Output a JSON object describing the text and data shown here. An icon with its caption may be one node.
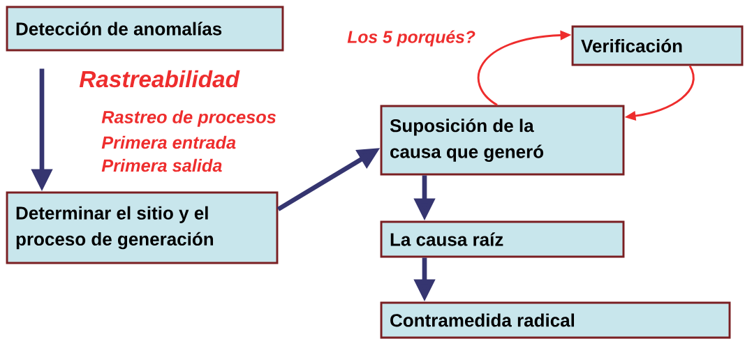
{
  "diagram": {
    "nodes": [
      {
        "text": [
          "Detección de anomalías"
        ]
      },
      {
        "text": [
          "Determinar el sitio  y el proceso de  generación"
        ]
      },
      {
        "text": [
          "Suposición de la causa que generó"
        ]
      },
      {
        "text": [
          "Verificación"
        ]
      },
      {
        "text": [
          "La causa raíz"
        ]
      },
      {
        "text": [
          "Contramedida radical"
        ]
      }
    ],
    "edges": [
      {
        "from": 0,
        "to": 1,
        "arrow": "to"
      },
      {
        "from": 1,
        "to": 2,
        "arrow": "to"
      },
      {
        "from": 2,
        "to": 4,
        "arrow": "to"
      },
      {
        "from": 4,
        "to": 5,
        "arrow": "to"
      },
      {
        "from": 2,
        "to": 3,
        "arrow": "to",
        "color": "#ee2d2d"
      },
      {
        "from": 3,
        "to": 2,
        "arrow": "to",
        "color": "#ee2d2d"
      }
    ],
    "labels": [
      "Los 5 porqués?",
      "Rastreabilidad",
      "Rastreo de procesos",
      "Primera entrada",
      "Primera salida"
    ]
  }
}
